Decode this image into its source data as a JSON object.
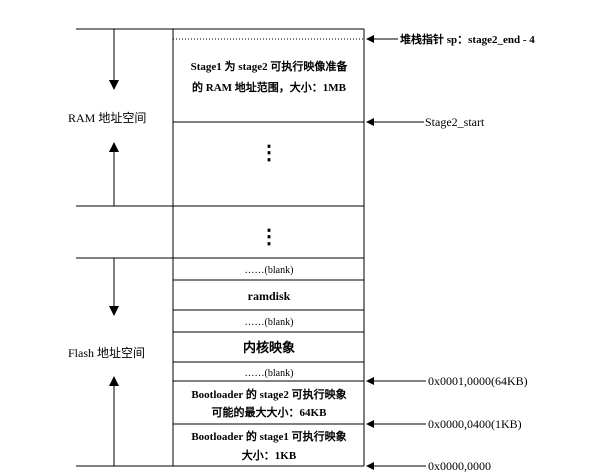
{
  "region_labels": {
    "ram": "RAM 地址空间",
    "flash": "Flash 地址空间"
  },
  "ram_blocks": {
    "stage2_line1": "Stage1 为 stage2 可执行映像准备",
    "stage2_line2": "的 RAM 地址范围，大小：1MB",
    "ellipsis_upper": "⋮",
    "ellipsis_lower": "⋮"
  },
  "flash_blocks": [
    {
      "id": "blank-1",
      "text": "……(blank)",
      "style": "small"
    },
    {
      "id": "ramdisk",
      "text": "ramdisk",
      "style": "bold"
    },
    {
      "id": "blank-2",
      "text": "……(blank)",
      "style": "small"
    },
    {
      "id": "kernel-image",
      "text": "内核映象",
      "style": "bold-cjk"
    },
    {
      "id": "blank-3",
      "text": "……(blank)",
      "style": "small"
    }
  ],
  "boot_blocks": {
    "stage2_line1": "Bootloader 的 stage2 可执行映象",
    "stage2_line2": "可能的最大大小：64KB",
    "stage1_line1": "Bootloader 的 stage1 可执行映象",
    "stage1_line2": "大小：1KB"
  },
  "pointers": {
    "stack": "堆栈指针 sp：stage2_end - 4",
    "stage2_start": "Stage2_start",
    "addr_64k": "0x0001,0000(64KB)",
    "addr_1k": "0x0000,0400(1KB)",
    "addr_0": "0x0000,0000"
  }
}
